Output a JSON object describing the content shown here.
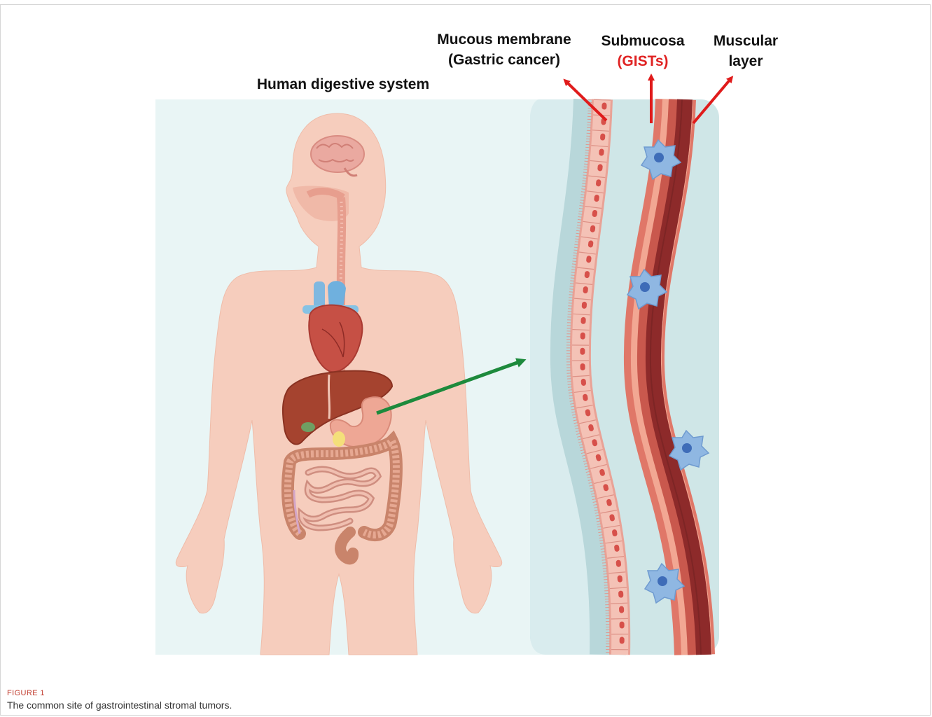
{
  "labels": {
    "mucous_line1": "Mucous membrane",
    "mucous_line2": "(Gastric cancer)",
    "submucosa_line1": "Submucosa",
    "submucosa_line2": "(GISTs)",
    "muscular_line1": "Muscular",
    "muscular_line2": "layer",
    "human_system": "Human digestive system"
  },
  "figure": {
    "label": "FIGURE 1",
    "caption": "The common site of gastrointestinal stromal tumors."
  },
  "colors": {
    "panel_bg": "#e8f5f5",
    "tissue_bg": "#cfe6e8",
    "skin": "#f6cdbd",
    "mucosa": "#e9a59a",
    "muscle_dark": "#8d2a2a",
    "muscle_mid": "#c9584d",
    "arrow_red": "#e01b1b",
    "arrow_green": "#1d8a3c",
    "cell_blue": "#8fb7e2"
  },
  "icons": [
    "brain-icon",
    "heart-icon",
    "liver-icon",
    "stomach-icon",
    "intestine-icon",
    "gist-cell-icon"
  ]
}
